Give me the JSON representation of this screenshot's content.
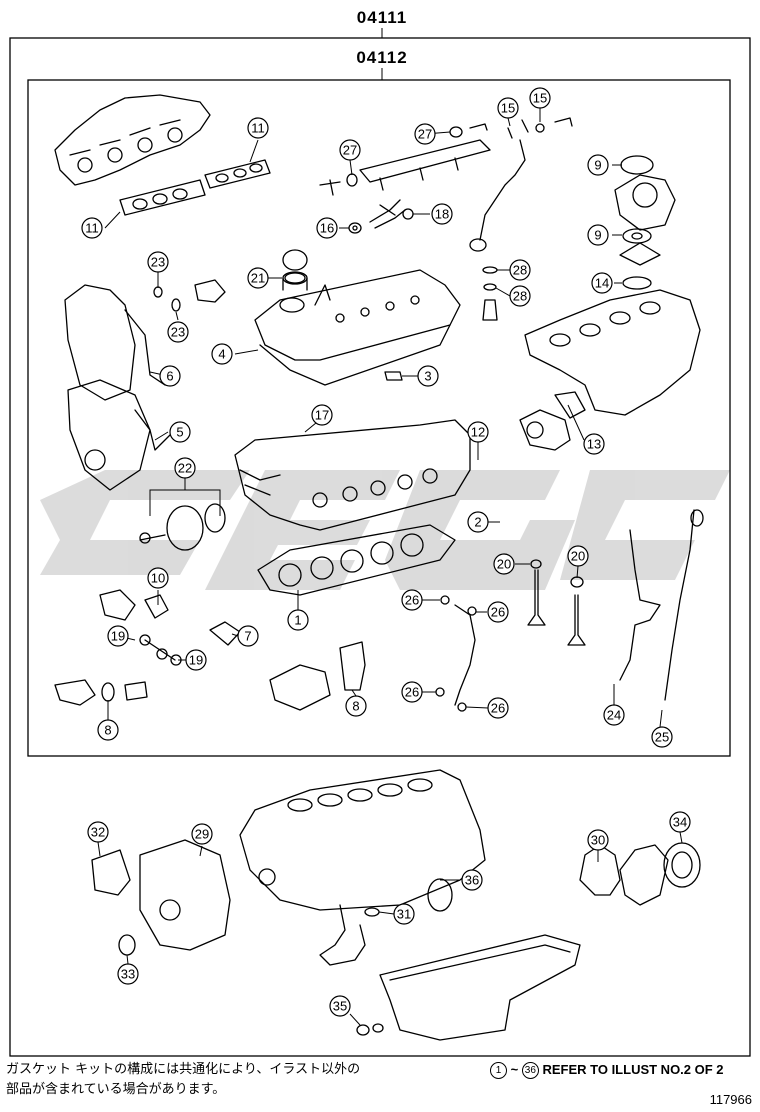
{
  "kit_outer": "04111",
  "kit_inner": "04112",
  "callouts": [
    "1",
    "2",
    "3",
    "4",
    "5",
    "6",
    "7",
    "8",
    "8",
    "9",
    "9",
    "10",
    "11",
    "11",
    "12",
    "13",
    "14",
    "15",
    "15",
    "16",
    "17",
    "18",
    "19",
    "19",
    "20",
    "20",
    "21",
    "22",
    "23",
    "23",
    "24",
    "25",
    "26",
    "26",
    "26",
    "26",
    "27",
    "27",
    "28",
    "28",
    "29",
    "30",
    "31",
    "32",
    "33",
    "34",
    "35",
    "36"
  ],
  "note_jp_line1": "ガスケット キットの構成には共通化により、イラスト以外の",
  "note_jp_line2": "部品が含まれている場合があります。",
  "ref_start": "1",
  "ref_tilde": "~",
  "ref_end": "36",
  "ref_text": "REFER TO ILLUST NO.2 OF 2",
  "drawing_number": "117966",
  "colors": {
    "line": "#000000",
    "watermark": "#d9d9d9",
    "background": "#ffffff"
  }
}
